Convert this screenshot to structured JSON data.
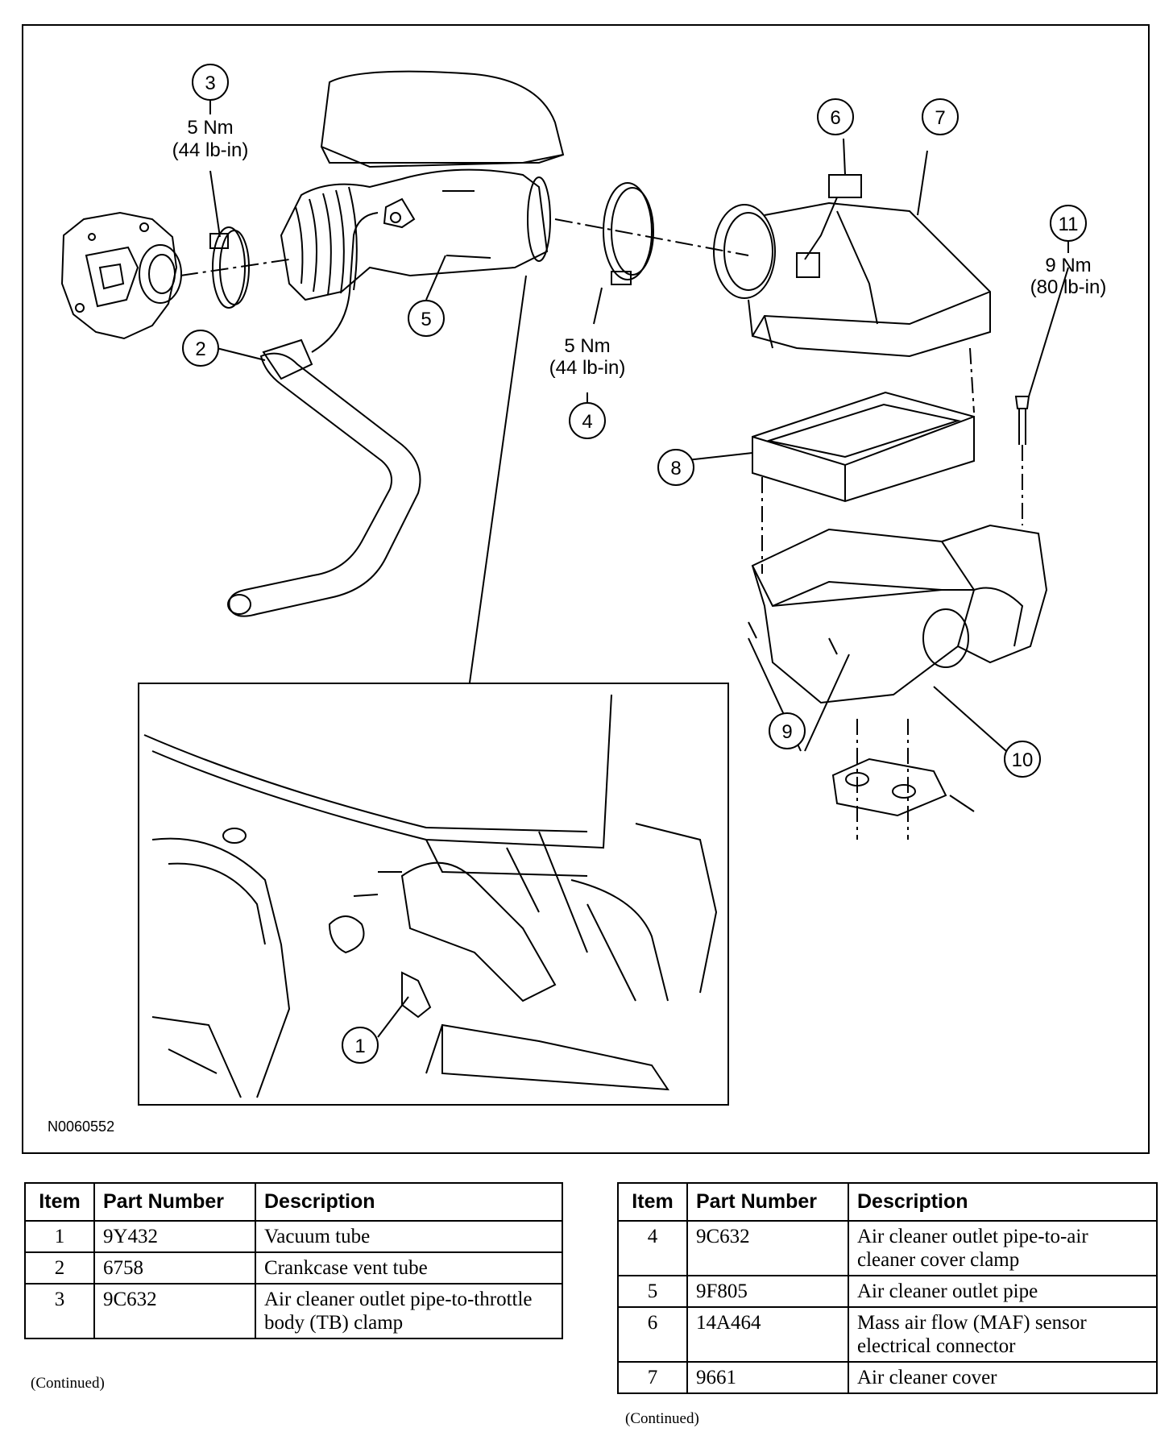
{
  "figure": {
    "id_code": "N0060552",
    "callouts": [
      {
        "num": "1"
      },
      {
        "num": "2"
      },
      {
        "num": "3"
      },
      {
        "num": "4"
      },
      {
        "num": "5"
      },
      {
        "num": "6"
      },
      {
        "num": "7"
      },
      {
        "num": "8"
      },
      {
        "num": "9"
      },
      {
        "num": "10"
      },
      {
        "num": "11"
      }
    ],
    "torques": [
      {
        "ref": "3",
        "value": "5 Nm",
        "imperial": "(44 lb-in)"
      },
      {
        "ref": "4",
        "value": "5 Nm",
        "imperial": "(44 lb-in)"
      },
      {
        "ref": "11",
        "value": "9 Nm",
        "imperial": "(80 lb-in)"
      }
    ]
  },
  "tables": [
    {
      "headers": [
        "Item",
        "Part Number",
        "Description"
      ],
      "rows": [
        {
          "item": "1",
          "part": "9Y432",
          "desc": "Vacuum tube"
        },
        {
          "item": "2",
          "part": "6758",
          "desc": "Crankcase vent tube"
        },
        {
          "item": "3",
          "part": "9C632",
          "desc": "Air cleaner outlet pipe-to-throttle body (TB) clamp"
        }
      ],
      "continued": "(Continued)"
    },
    {
      "headers": [
        "Item",
        "Part Number",
        "Description"
      ],
      "rows": [
        {
          "item": "4",
          "part": "9C632",
          "desc": "Air cleaner outlet pipe-to-air cleaner cover clamp"
        },
        {
          "item": "5",
          "part": "9F805",
          "desc": "Air cleaner outlet pipe"
        },
        {
          "item": "6",
          "part": "14A464",
          "desc": "Mass air flow (MAF) sensor electrical connector"
        },
        {
          "item": "7",
          "part": "9661",
          "desc": "Air cleaner cover"
        }
      ],
      "continued": "(Continued)"
    }
  ]
}
